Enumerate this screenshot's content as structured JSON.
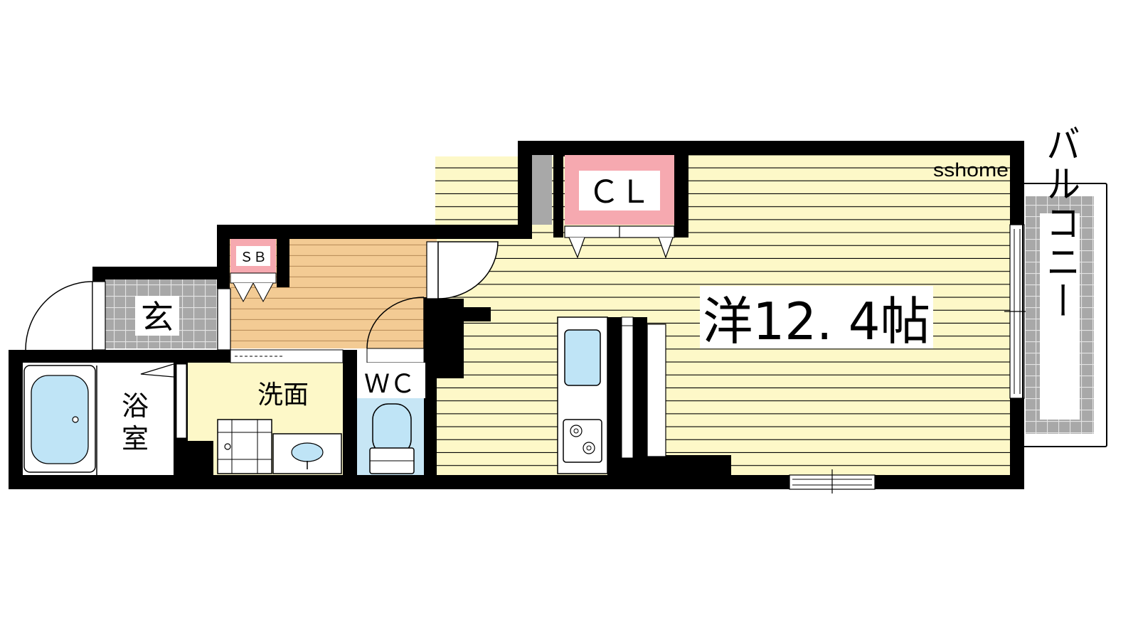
{
  "watermark": "sshome",
  "rooms": {
    "western": "洋12. 4帖",
    "closet": "ＣＬ",
    "shoe_box": "ＳＢ",
    "entrance": "玄",
    "bath_line1": "浴",
    "bath_line2": "室",
    "washroom": "洗面",
    "toilet": "ＷＣ",
    "balcony": "バルコニー"
  },
  "colors": {
    "western_floor": "#fdf8c8",
    "hall_floor": "#f3cb94",
    "washroom_floor": "#fdf8c8",
    "closet_fill": "#f6a9b0",
    "toilet_fill": "#c7e6f5",
    "fixture_blue": "#bfe4f6",
    "tile_gray": "#a8a8a8",
    "wall": "#000000"
  }
}
